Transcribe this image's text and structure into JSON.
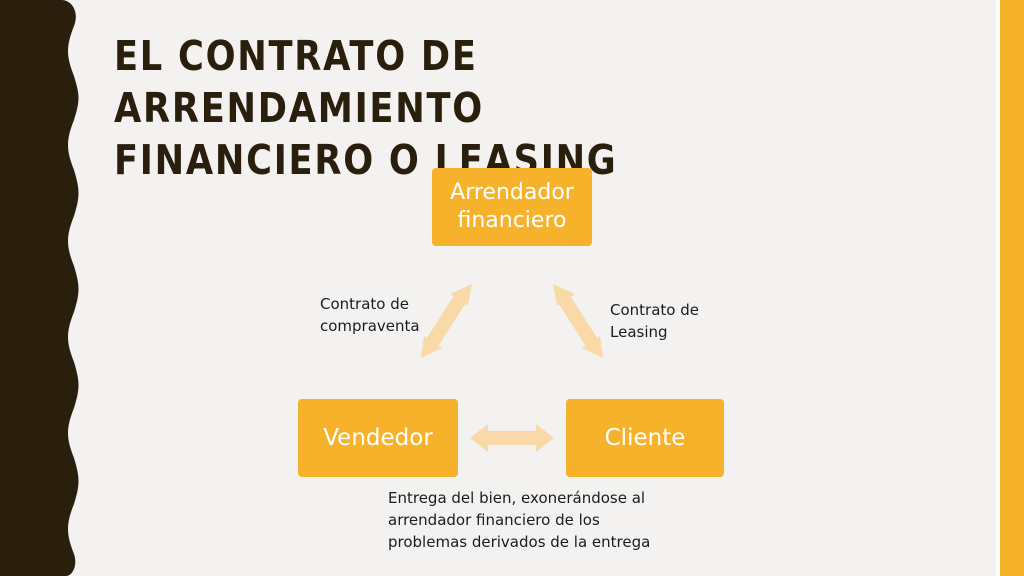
{
  "slide": {
    "title_line1": "EL CONTRATO DE ARRENDAMIENTO",
    "title_line2": "FINANCIERO O LEASING"
  },
  "diagram": {
    "nodes": {
      "top_line1": "Arrendador",
      "top_line2": "financiero",
      "left": "Vendedor",
      "right": "Cliente"
    },
    "labels": {
      "left_line1": "Contrato de",
      "left_line2": "compraventa",
      "right_line1": "Contrato de",
      "right_line2": "Leasing",
      "bottom_line1": "Entrega del bien, exonerándose al",
      "bottom_line2": "arrendador financiero de los",
      "bottom_line3": "problemas derivados de la entrega"
    }
  },
  "colors": {
    "node_fill": "#f6b22a",
    "arrow_fill": "#f9d9a8",
    "title_color": "#2a1e0c",
    "band_color": "#2a1e0c",
    "background": "#f3f2f0"
  }
}
